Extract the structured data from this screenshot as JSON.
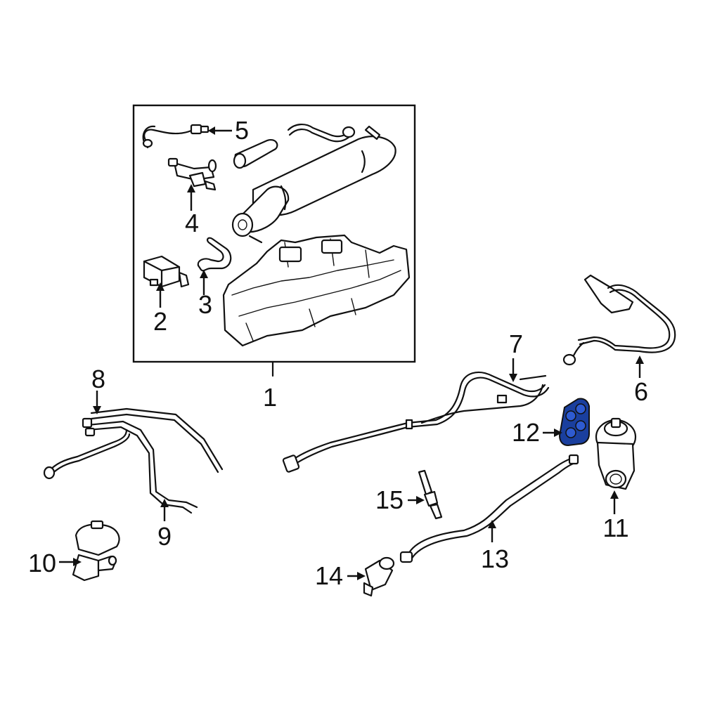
{
  "callouts": {
    "c1": "1",
    "c2": "2",
    "c3": "3",
    "c4": "4",
    "c5": "5",
    "c6": "6",
    "c7": "7",
    "c8": "8",
    "c9": "9",
    "c10": "10",
    "c11": "11",
    "c12": "12",
    "c13": "13",
    "c14": "14",
    "c15": "15"
  },
  "colors": {
    "line": "#111111",
    "highlight": "#1a3f9e",
    "background": "#ffffff"
  },
  "highlighted_part": "12"
}
